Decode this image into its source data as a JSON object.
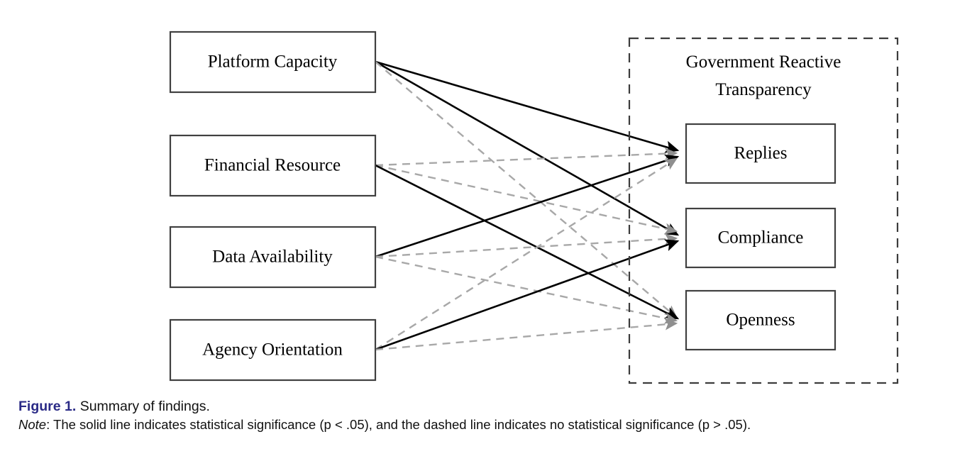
{
  "figure": {
    "number_label": "Figure 1.",
    "title": "Summary of findings.",
    "note_word": "Note",
    "note_separator": ": ",
    "note_text": "The solid line indicates statistical significance (p < .05), and the dashed line indicates no statistical significance (p > .05)."
  },
  "colors": {
    "figure_number": "#2a2a86",
    "box_stroke": "#404040",
    "solid_edge": "#000000",
    "dashed_edge": "#a8a8a8",
    "group_stroke": "#3c3c3c",
    "background": "#ffffff"
  },
  "diagram": {
    "type": "path-diagram",
    "predictors": [
      {
        "id": "platform-capacity",
        "label": "Platform Capacity"
      },
      {
        "id": "financial-resource",
        "label": "Financial Resource"
      },
      {
        "id": "data-availability",
        "label": "Data Availability"
      },
      {
        "id": "agency-orientation",
        "label": "Agency Orientation"
      }
    ],
    "group": {
      "id": "government-reactive-transparency",
      "title_line1": "Government Reactive",
      "title_line2": "Transparency"
    },
    "outcomes": [
      {
        "id": "replies",
        "label": "Replies"
      },
      {
        "id": "compliance",
        "label": "Compliance"
      },
      {
        "id": "openness",
        "label": "Openness"
      }
    ],
    "edges": [
      {
        "from": "platform-capacity",
        "to": "replies",
        "style": "solid",
        "significance": "p < .05"
      },
      {
        "from": "platform-capacity",
        "to": "compliance",
        "style": "solid",
        "significance": "p < .05"
      },
      {
        "from": "platform-capacity",
        "to": "openness",
        "style": "dashed",
        "significance": "p > .05"
      },
      {
        "from": "financial-resource",
        "to": "replies",
        "style": "dashed",
        "significance": "p > .05"
      },
      {
        "from": "financial-resource",
        "to": "compliance",
        "style": "dashed",
        "significance": "p > .05"
      },
      {
        "from": "financial-resource",
        "to": "openness",
        "style": "solid",
        "significance": "p < .05"
      },
      {
        "from": "data-availability",
        "to": "replies",
        "style": "solid",
        "significance": "p < .05"
      },
      {
        "from": "data-availability",
        "to": "compliance",
        "style": "dashed",
        "significance": "p > .05"
      },
      {
        "from": "data-availability",
        "to": "openness",
        "style": "dashed",
        "significance": "p > .05"
      },
      {
        "from": "agency-orientation",
        "to": "replies",
        "style": "dashed",
        "significance": "p > .05"
      },
      {
        "from": "agency-orientation",
        "to": "compliance",
        "style": "solid",
        "significance": "p < .05"
      },
      {
        "from": "agency-orientation",
        "to": "openness",
        "style": "dashed",
        "significance": "p > .05"
      }
    ],
    "legend": {
      "solid_meaning": "statistical significance (p < .05)",
      "dashed_meaning": "no statistical significance (p > .05)"
    }
  }
}
